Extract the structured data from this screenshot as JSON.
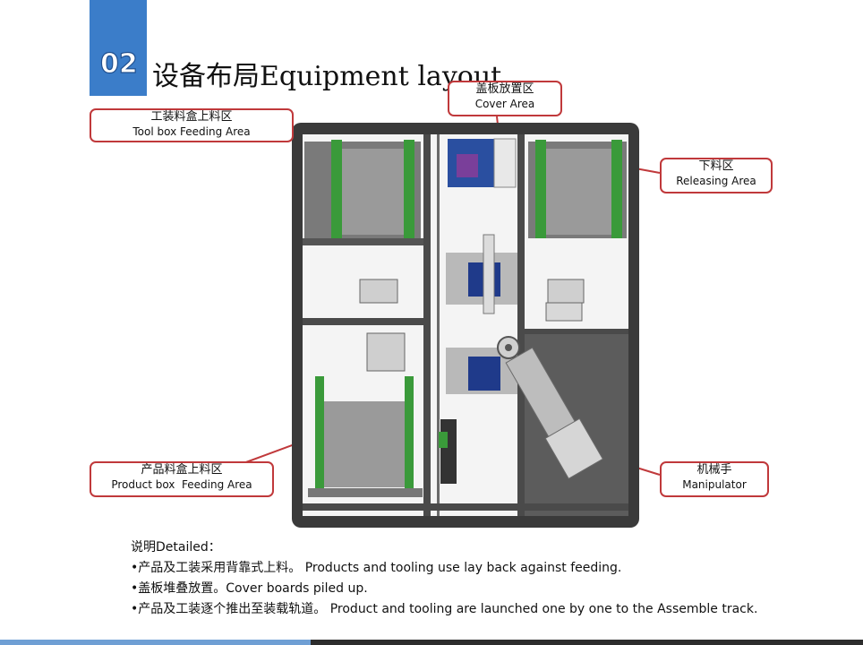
{
  "header": {
    "badge_number": "02",
    "title": "设备布局Equipment layout"
  },
  "callouts": {
    "tool_box_feeding": {
      "zh": "工装料盒上料区",
      "en": "Tool box Feeding Area"
    },
    "cover_area": {
      "zh": "盖板放置区",
      "en": "Cover Area"
    },
    "releasing": {
      "zh": "下料区",
      "en": "Releasing Area"
    },
    "product_box_feeding": {
      "zh": "产品料盒上料区",
      "en": "Product box  Feeding Area"
    },
    "manipulator": {
      "zh": "机械手",
      "en": "Manipulator"
    }
  },
  "notes": {
    "heading_zh": "说明",
    "heading_en": "Detailed：",
    "items": [
      {
        "zh": "•产品及工装采用背靠式上料。",
        "en": " Products and tooling use lay back against feeding."
      },
      {
        "zh": "•盖板堆叠放置。",
        "en": "Cover boards piled up."
      },
      {
        "zh": "•产品及工装逐个推出至装载轨道。",
        "en": " Product and tooling are launched one by one to the Assemble track."
      }
    ]
  },
  "colors": {
    "accent_blue": "#3b7dc9",
    "callout_border": "#c0393b",
    "frame_dark": "#3a3a3a",
    "rail_green": "#3a9a3a"
  }
}
